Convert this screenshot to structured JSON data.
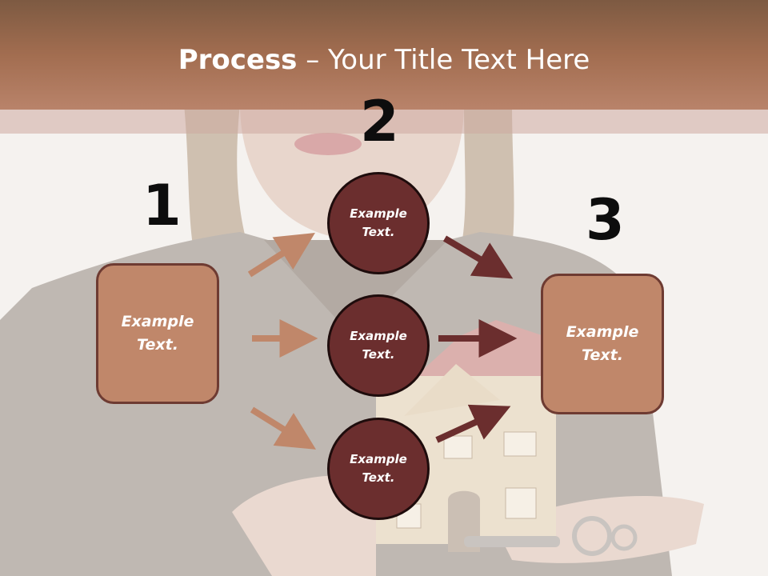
{
  "slide": {
    "title_bold": "Process",
    "title_rest": " – Your Title Text Here"
  },
  "steps": [
    {
      "number": "1",
      "text": "Example\nText."
    },
    {
      "number": "2",
      "nodes": [
        {
          "text": "Example\nText."
        },
        {
          "text": "Example\nText."
        },
        {
          "text": "Example\nText."
        }
      ]
    },
    {
      "number": "3",
      "text": "Example\nText."
    }
  ],
  "colors": {
    "title_band": "#a26d50",
    "box_fill": "#c0876a",
    "circle_fill": "#6b2e2e",
    "arrow_light": "#c0876a",
    "arrow_dark": "#6b2e2e"
  }
}
